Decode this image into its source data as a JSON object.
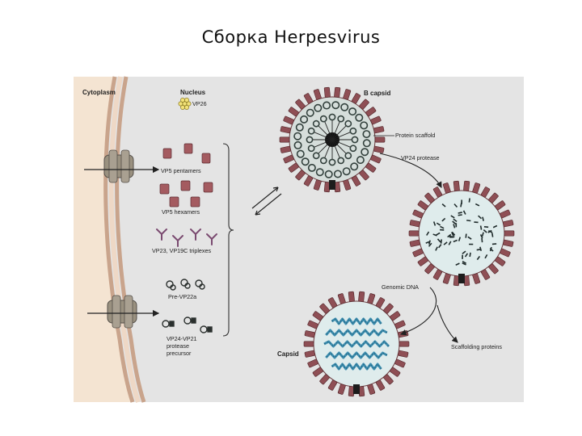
{
  "slide": {
    "title": "Сборка Herpesvirus"
  },
  "diagram": {
    "regions": {
      "cytoplasm": "Cytoplasm",
      "nucleus": "Nucleus"
    },
    "components": {
      "vp26": "VP26",
      "vp5_pentamers": "VP5 pentamers",
      "vp5_hexamers": "VP5 hexamers",
      "triplexes": "VP23, VP19C triplexes",
      "pre_vp22a": "Pre-VP22a",
      "precursor": [
        "VP24-VP21",
        "protease",
        "precursor"
      ]
    },
    "stages": {
      "b_capsid": "B capsid",
      "protein_scaffold": "Protein scaffold",
      "vp24_protease": "VP24 protease",
      "genomic_dna": "Genomic DNA",
      "scaffolding_proteins": "Scaffolding proteins",
      "capsid": "Capsid"
    },
    "colors": {
      "background": "#e4e4e4",
      "cytoplasm": "#f4e4d2",
      "membrane": "#c9a48c",
      "pore": "#9a9180",
      "capsomer": "#8f4f55",
      "scaffold": "#32403c",
      "interior": "#dfecec",
      "dna": "#3e8fb0"
    }
  }
}
